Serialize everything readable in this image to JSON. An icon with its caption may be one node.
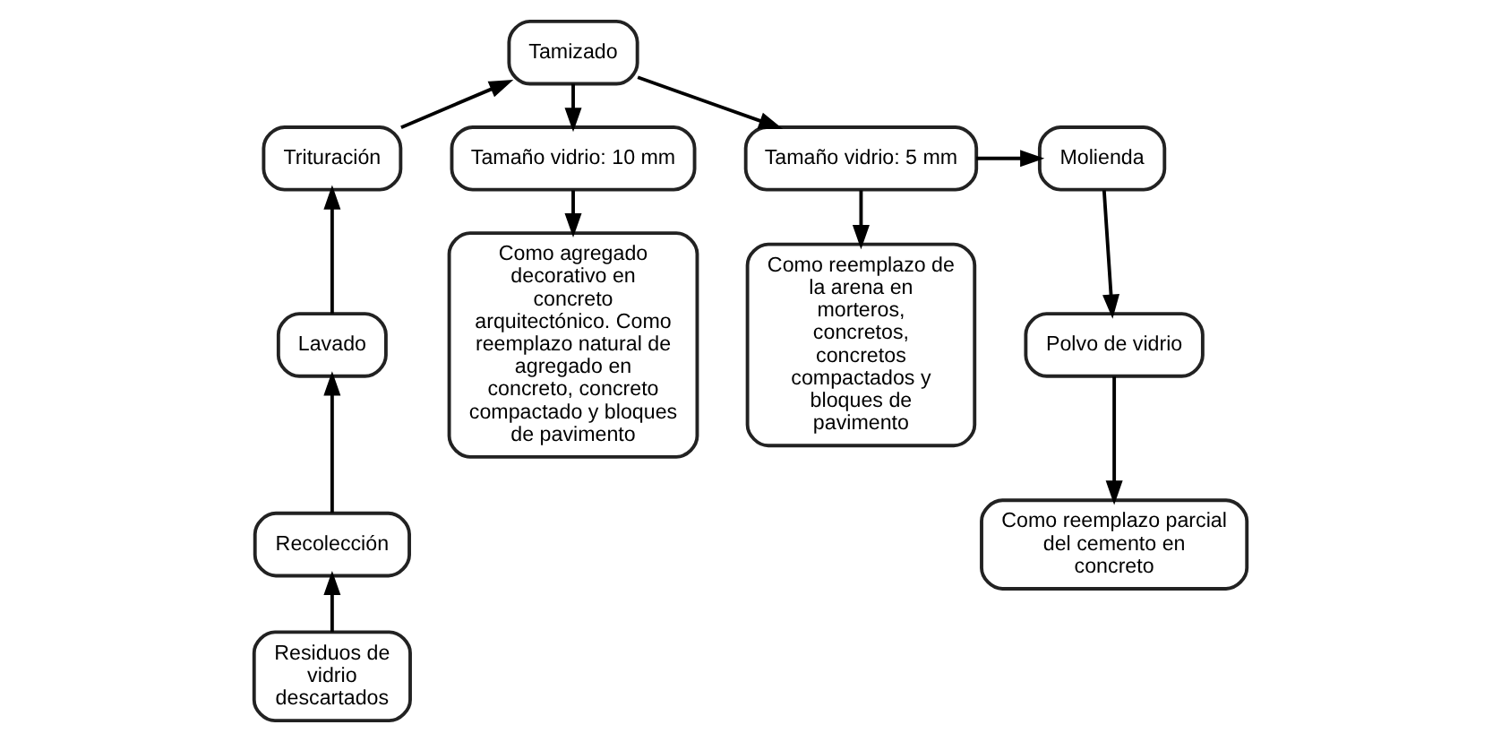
{
  "diagram": {
    "nodes": [
      {
        "text": [
          "Residuos de vidrio descartados"
        ]
      },
      {
        "text": [
          "Recolección"
        ]
      },
      {
        "text": [
          "Lavado"
        ]
      },
      {
        "text": [
          "Trituración"
        ]
      },
      {
        "text": [
          "Tamizado"
        ]
      },
      {
        "text": [
          "Tamaño vidrio: 10 mm"
        ]
      },
      {
        "text": [
          "Como agregado decorativo en concreto arquitectónico. Como reemplazo natural de agregado en concreto, concreto compactado y bloques de pavimento"
        ]
      },
      {
        "text": [
          "Tamaño vidrio: 5 mm"
        ]
      },
      {
        "text": [
          "Como reemplazo de la arena en morteros, concretos, concretos compactados y bloques de pavimento"
        ]
      },
      {
        "text": [
          "Molienda"
        ]
      },
      {
        "text": [
          "Polvo de vidrio"
        ]
      },
      {
        "text": [
          "Como reemplazo parcial del cemento en concreto"
        ]
      }
    ],
    "edges": [
      {
        "from": 0,
        "to": 1,
        "arrow": "to"
      },
      {
        "from": 1,
        "to": 2,
        "arrow": "to"
      },
      {
        "from": 2,
        "to": 3,
        "arrow": "to"
      },
      {
        "from": 3,
        "to": 4,
        "arrow": "to"
      },
      {
        "from": 4,
        "to": 5,
        "arrow": "to"
      },
      {
        "from": 4,
        "to": 7,
        "arrow": "to"
      },
      {
        "from": 5,
        "to": 6,
        "arrow": "to"
      },
      {
        "from": 7,
        "to": 8,
        "arrow": "to"
      },
      {
        "from": 7,
        "to": 9,
        "arrow": "to"
      },
      {
        "from": 9,
        "to": 10,
        "arrow": "to"
      },
      {
        "from": 10,
        "to": 11,
        "arrow": "to"
      }
    ]
  }
}
